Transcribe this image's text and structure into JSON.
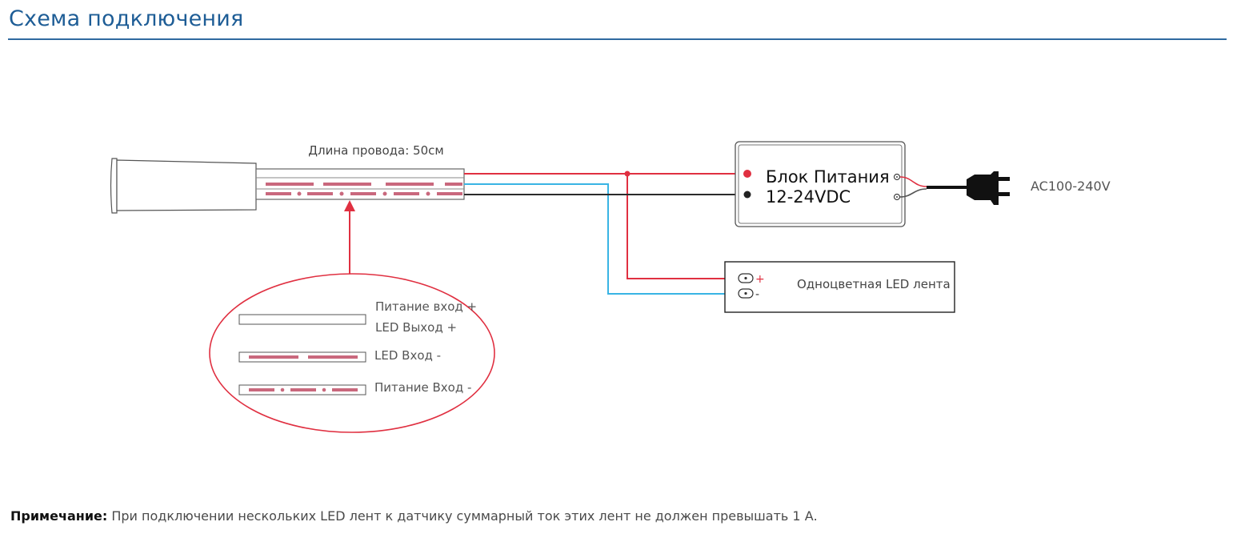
{
  "header": {
    "title": "Схема подключения"
  },
  "diagram": {
    "wire_length_label": "Длина провода: 50см",
    "power_supply": {
      "line1": "Блок Питания",
      "line2": "12-24VDC"
    },
    "ac_label": "AC100-240V",
    "led_strip": {
      "label": "Одноцветная LED лента",
      "plus": "+",
      "minus": "-"
    },
    "legend": [
      {
        "label_top": "Питание вход +",
        "label_bottom": "LED Выход +"
      },
      {
        "label": "LED Вход -"
      },
      {
        "label": "Питание Вход -"
      }
    ],
    "colors": {
      "red_wire": "#e03041",
      "blue_wire": "#39b4e4",
      "black_wire": "#2b2b2b",
      "pink_stripe": "#c9687d",
      "callout": "#e03041",
      "title": "#1e5d96"
    }
  },
  "note": {
    "prefix": "Примечание:",
    "text": " При подключении нескольких LED лент к датчику суммарный ток этих лент не должен превышать 1 А."
  }
}
